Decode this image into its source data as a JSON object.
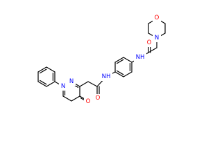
{
  "diagram": {
    "type": "chemical-structure",
    "colors": {
      "bond": "#000000",
      "oxygen": "#ff0000",
      "nitrogen": "#0000ff"
    },
    "atom_labels": {
      "morpholine_o": "O",
      "morpholine_n": "N",
      "amide2_o": "O",
      "amide2_nh": "NH",
      "amide1_nh": "NH",
      "amide1_o": "O",
      "ring_n1": "N",
      "ring_n2": "N",
      "keto_o": "O"
    }
  }
}
